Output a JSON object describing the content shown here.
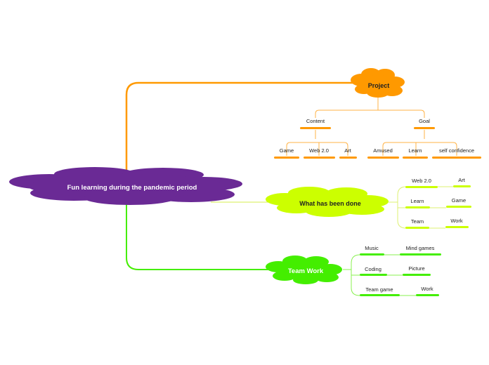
{
  "colors": {
    "center": "#6a2a95",
    "project": "#ff9900",
    "done": "#ccff00",
    "team": "#44ee00",
    "line_orange": "#ffb347",
    "line_yellow": "#ddf070",
    "line_green": "#88f050"
  },
  "center": {
    "label": "Fun learning during the pandemic period"
  },
  "project": {
    "label": "Project",
    "content": {
      "label": "Content",
      "children": [
        "Game",
        "Web 2.0",
        "Art"
      ]
    },
    "goal": {
      "label": "Goal",
      "children": [
        "Amused",
        "Learn",
        "self confidence"
      ]
    }
  },
  "done": {
    "label": "What has been done",
    "rows": [
      {
        "left": "Web 2.0",
        "right": "Art"
      },
      {
        "left": "Learn",
        "right": "Game"
      },
      {
        "left": "Team",
        "right": "Work"
      }
    ]
  },
  "team": {
    "label": "Team Work",
    "rows": [
      {
        "left": "Music",
        "right": "Mind games"
      },
      {
        "left": "Coding",
        "right": "Picture"
      },
      {
        "left": "Team game",
        "right": "Work"
      }
    ]
  }
}
